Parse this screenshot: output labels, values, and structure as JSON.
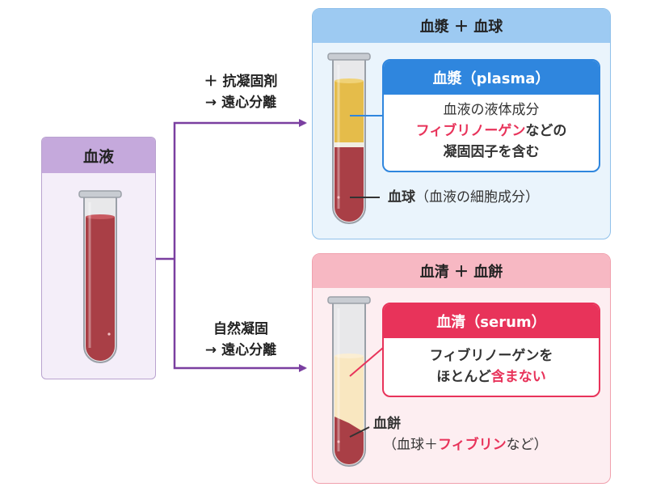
{
  "blood": {
    "title": "血液"
  },
  "arrow_top": {
    "line1": "＋ 抗凝固剤",
    "line2": "→ 遠心分離"
  },
  "arrow_bottom": {
    "line1": "自然凝固",
    "line2": "→ 遠心分離"
  },
  "plasma_panel": {
    "title": "血漿 ＋ 血球",
    "callout_title": "血漿（plasma）",
    "line1": "血液の液体成分",
    "line2_red": "フィブリノーゲン",
    "line2_rest": "などの",
    "line3": "凝固因子を含む",
    "cells_bold": "血球",
    "cells_rest": "（血液の細胞成分）"
  },
  "serum_panel": {
    "title": "血清 ＋ 血餅",
    "callout_title": "血清（serum）",
    "line1": "フィブリノーゲンを",
    "line2_normal": "ほとんど",
    "line2_red": "含まない",
    "clot_bold": "血餅",
    "clot_open": "（血球＋",
    "clot_red": "フィブリン",
    "clot_close": "など）"
  },
  "colors": {
    "blood": "#a93f46",
    "plasma": "#e5bc4a",
    "serum": "#f9e7c0",
    "arrow": "#7a3fa0",
    "plasma_accent": "#2f86de",
    "serum_accent": "#e8335a"
  }
}
